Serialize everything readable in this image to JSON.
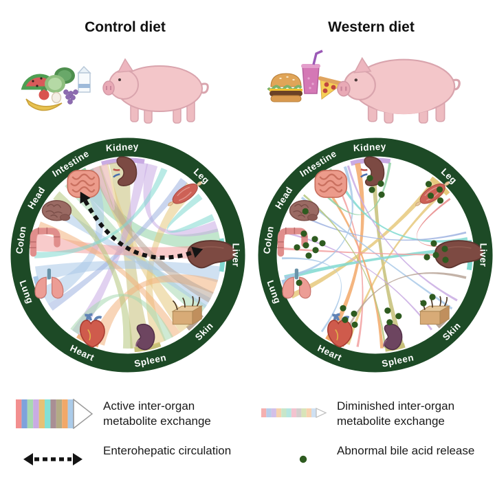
{
  "titles": {
    "control": "Control diet",
    "western": "Western diet"
  },
  "organs": [
    {
      "name": "Kidney",
      "angle": 93
    },
    {
      "name": "Leg",
      "angle": 47
    },
    {
      "name": "Liver",
      "angle": 0
    },
    {
      "name": "Skin",
      "angle": -45
    },
    {
      "name": "Spleen",
      "angle": -78
    },
    {
      "name": "Heart",
      "angle": -115
    },
    {
      "name": "Lung",
      "angle": -160
    },
    {
      "name": "Colon",
      "angle": 172
    },
    {
      "name": "Head",
      "angle": 148
    },
    {
      "name": "Intestine",
      "angle": 122
    }
  ],
  "control_diagram": {
    "style": "active",
    "opacity": 0.55,
    "has_enterohepatic_arrow": true,
    "chords": [
      {
        "f": "Intestine",
        "t": "Liver",
        "w": 13,
        "c": "#8fd1a4",
        "df": -4,
        "dt": 10
      },
      {
        "f": "Intestine",
        "t": "Skin",
        "w": 9,
        "c": "#a7d9b0",
        "df": 6,
        "dt": 8
      },
      {
        "f": "Kidney",
        "t": "Spleen",
        "w": 13,
        "c": "#c6c078",
        "df": 2,
        "dt": -4
      },
      {
        "f": "Kidney",
        "t": "Skin",
        "w": 10,
        "c": "#e6c97d",
        "df": 14,
        "dt": -6
      },
      {
        "f": "Leg",
        "t": "Spleen",
        "w": 8,
        "c": "#e6c97d",
        "df": 0,
        "dt": 8
      },
      {
        "f": "Kidney",
        "t": "Heart",
        "w": 7,
        "c": "#c9abe3",
        "df": -12,
        "dt": -8
      },
      {
        "f": "Kidney",
        "t": "Liver",
        "w": 7,
        "c": "#c9abe3",
        "df": -18,
        "dt": 18
      },
      {
        "f": "Lung",
        "t": "Kidney",
        "w": 11,
        "c": "#a9c9e8",
        "df": 6,
        "dt": 24
      },
      {
        "f": "Lung",
        "t": "Liver",
        "w": 10,
        "c": "#a9c9e8",
        "df": -8,
        "dt": -12
      },
      {
        "f": "Head",
        "t": "Skin",
        "w": 7,
        "c": "#a9c9e8",
        "df": 0,
        "dt": 14
      },
      {
        "f": "Lung",
        "t": "Leg",
        "w": 5,
        "c": "#9fb3e0",
        "df": 14,
        "dt": 6
      },
      {
        "f": "Colon",
        "t": "Liver",
        "w": 11,
        "c": "#f2a0a0",
        "df": 0,
        "dt": 2
      },
      {
        "f": "Heart",
        "t": "Liver",
        "w": 9,
        "c": "#f2b27d",
        "df": 6,
        "dt": -20
      },
      {
        "f": "Colon",
        "t": "Skin",
        "w": 6,
        "c": "#f2b27d",
        "df": -10,
        "dt": -14
      },
      {
        "f": "Skin",
        "t": "Intestine",
        "w": 7,
        "c": "#b8a598",
        "df": 18,
        "dt": -12
      },
      {
        "f": "Head",
        "t": "Spleen",
        "w": 6,
        "c": "#b5c77e",
        "df": -8,
        "dt": -12
      },
      {
        "f": "Colon",
        "t": "Kidney",
        "w": 4,
        "c": "#7fd9d0",
        "df": 8,
        "dt": -26
      },
      {
        "f": "Leg",
        "t": "Liver",
        "w": 4,
        "c": "#7fd9d0",
        "df": -8,
        "dt": 24
      },
      {
        "f": "Heart",
        "t": "Spleen",
        "w": 6,
        "c": "#a7d9b0",
        "df": -10,
        "dt": 14
      },
      {
        "f": "Intestine",
        "t": "Kidney",
        "w": 4,
        "c": "#f2c4de",
        "df": -12,
        "dt": 12
      }
    ],
    "stubs": [
      {
        "organ": "Kidney",
        "span": 26,
        "color": "#c9abe3"
      },
      {
        "organ": "Liver",
        "span": 20,
        "color": "#7fd9d0"
      },
      {
        "organ": "Spleen",
        "span": 16,
        "color": "#c6c078"
      },
      {
        "organ": "Heart",
        "span": 14,
        "color": "#f2b27d"
      },
      {
        "organ": "Intestine",
        "span": 12,
        "color": "#8fd1a4"
      },
      {
        "organ": "Skin",
        "span": 12,
        "color": "#b8a598"
      },
      {
        "organ": "Lung",
        "span": 14,
        "color": "#a9c9e8"
      },
      {
        "organ": "Colon",
        "span": 12,
        "color": "#f2a0a0"
      }
    ]
  },
  "western_diagram": {
    "style": "diminished",
    "opacity": 0.85,
    "chords": [
      {
        "f": "Kidney",
        "t": "Heart",
        "w": 3.5,
        "c": "#f2a869",
        "df": 8,
        "dt": -4
      },
      {
        "f": "Kidney",
        "t": "Spleen",
        "w": 3.5,
        "c": "#c6c078",
        "df": -2,
        "dt": 4
      },
      {
        "f": "Leg",
        "t": "Lung",
        "w": 3.5,
        "c": "#e6c97d",
        "df": 4,
        "dt": 6
      },
      {
        "f": "Leg",
        "t": "Heart",
        "w": 2,
        "c": "#e6c97d",
        "df": -4,
        "dt": 8
      },
      {
        "f": "Liver",
        "t": "Lung",
        "w": 3,
        "c": "#7fd9d0",
        "df": 4,
        "dt": -6
      },
      {
        "f": "Liver",
        "t": "Intestine",
        "w": 2,
        "c": "#7fd9d0",
        "df": 10,
        "dt": -6
      },
      {
        "f": "Intestine",
        "t": "Spleen",
        "w": 2,
        "c": "#f2a869",
        "df": 4,
        "dt": -8
      },
      {
        "f": "Intestine",
        "t": "Heart",
        "w": 1.4,
        "c": "#f2a0a0",
        "df": -4,
        "dt": 14
      },
      {
        "f": "Head",
        "t": "Liver",
        "w": 1.2,
        "c": "#9fb3e0",
        "df": 4,
        "dt": 14
      },
      {
        "f": "Head",
        "t": "Skin",
        "w": 1.4,
        "c": "#a9c9e8",
        "df": -6,
        "dt": 10
      },
      {
        "f": "Colon",
        "t": "Liver",
        "w": 1.4,
        "c": "#f2a0a0",
        "df": 4,
        "dt": 0
      },
      {
        "f": "Colon",
        "t": "Skin",
        "w": 1.2,
        "c": "#c9abe3",
        "df": -6,
        "dt": -8
      },
      {
        "f": "Kidney",
        "t": "Skin",
        "w": 1.4,
        "c": "#c9abe3",
        "df": 14,
        "dt": 16
      },
      {
        "f": "Leg",
        "t": "Liver",
        "w": 1.2,
        "c": "#e88a8a",
        "df": -10,
        "dt": 6
      },
      {
        "f": "Lung",
        "t": "Kidney",
        "w": 1.8,
        "c": "#a9c9e8",
        "df": -6,
        "dt": 16
      },
      {
        "f": "Heart",
        "t": "Liver",
        "w": 1.6,
        "c": "#b8a598",
        "df": 4,
        "dt": -14
      },
      {
        "f": "Spleen",
        "t": "Head",
        "w": 1.2,
        "c": "#b5c77e",
        "df": -6,
        "dt": -8
      },
      {
        "f": "Intestine",
        "t": "Kidney",
        "w": 1.6,
        "c": "#8fd1a4",
        "df": 8,
        "dt": -12
      },
      {
        "f": "Colon",
        "t": "Heart",
        "w": 1.2,
        "c": "#a9c9e8",
        "df": 10,
        "dt": -10
      }
    ],
    "stubs": [
      {
        "organ": "Kidney",
        "span": 24,
        "color": "#c9abe3"
      },
      {
        "organ": "Liver",
        "span": 18,
        "color": "#7fd9d0"
      },
      {
        "organ": "Leg",
        "span": 14,
        "color": "#e6c97d"
      },
      {
        "organ": "Heart",
        "span": 12,
        "color": "#f2a869"
      },
      {
        "organ": "Spleen",
        "span": 12,
        "color": "#c6c078"
      },
      {
        "organ": "Intestine",
        "span": 10,
        "color": "#8fd1a4"
      },
      {
        "organ": "Lung",
        "span": 10,
        "color": "#a9c9e8"
      },
      {
        "organ": "Colon",
        "span": 8,
        "color": "#f2a0a0"
      },
      {
        "organ": "Skin",
        "span": 8,
        "color": "#b8a598"
      }
    ],
    "bile_dots": [
      {
        "organ": "Kidney",
        "count": 4,
        "radius": 95
      },
      {
        "organ": "Leg",
        "count": 4,
        "radius": 118
      },
      {
        "organ": "Liver",
        "count": 5,
        "radius": 88
      },
      {
        "organ": "Skin",
        "count": 2,
        "radius": 99
      },
      {
        "organ": "Spleen",
        "count": 3,
        "radius": 100
      },
      {
        "organ": "Heart",
        "count": 4,
        "radius": 104
      },
      {
        "organ": "Lung",
        "count": 1,
        "radius": 118
      },
      {
        "organ": "Colon",
        "count": 7,
        "radius": 102
      },
      {
        "organ": "Head",
        "count": 1,
        "radius": 120
      }
    ]
  },
  "legend": {
    "active": "Active inter-organ metabolite exchange",
    "enterohepatic": "Enterohepatic circulation",
    "diminished": "Diminished inter-organ metabolite exchange",
    "bile": "Abnormal bile acid release"
  },
  "colors": {
    "ring": "#1d4a26",
    "dot": "#2e5b20",
    "label_text": "#ffffff",
    "arrow": "#141414",
    "stripes_active": [
      "#f28f8f",
      "#7ea3dc",
      "#a7d9b0",
      "#c9abe3",
      "#e6c175",
      "#83e0d6",
      "#a98f94",
      "#b3ab85",
      "#f2a869",
      "#abcbe9"
    ],
    "stripes_diminished": [
      "#f5b0b0",
      "#b8cdea",
      "#d3c0e8",
      "#f6d3ae",
      "#c8e6c9",
      "#b5e6e0",
      "#f3c3cf",
      "#d4cdcd",
      "#d8e4b8",
      "#f8d2b0",
      "#cfe0f2"
    ]
  }
}
